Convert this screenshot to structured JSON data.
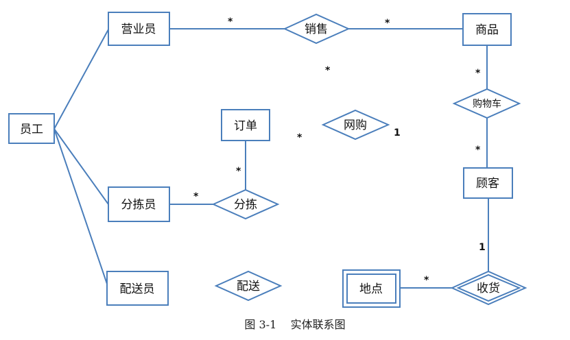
{
  "diagram": {
    "entities": {
      "employee": "员工",
      "salesperson": "营业员",
      "sorter": "分拣员",
      "deliverer": "配送员",
      "order": "订单",
      "product": "商品",
      "customer": "顾客",
      "location": "地点"
    },
    "relationships": {
      "sell": "销售",
      "cart": "购物车",
      "online_purchase": "网购",
      "sort": "分拣",
      "deliver": "配送",
      "receive": "收货"
    },
    "multiplicities": {
      "sell_left": "*",
      "sell_right": "*",
      "center_top": "*",
      "cart_top": "*",
      "cart_bottom": "*",
      "online_right": "1",
      "center_left": "*",
      "order_sort": "*",
      "sorter_sort": "*",
      "customer_receive": "1",
      "location_receive": "*"
    },
    "caption": "图 3-1    实体联系图"
  }
}
